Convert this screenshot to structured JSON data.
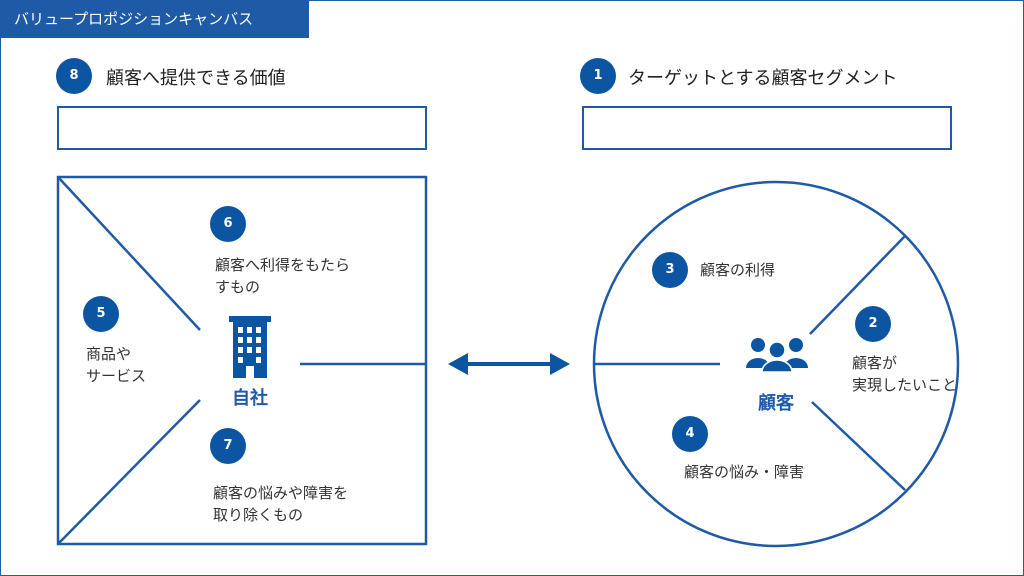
{
  "header": {
    "title": "バリュープロポジションキャンバス"
  },
  "left": {
    "badge": "8",
    "heading": "顧客へ提供できる価値",
    "center_label": "自社",
    "sections": [
      {
        "badge": "6",
        "line1": "顧客へ利得をもたら",
        "line2": "すもの"
      },
      {
        "badge": "5",
        "line1": "商品や",
        "line2": "サービス"
      },
      {
        "badge": "7",
        "line1": "顧客の悩みや障害を",
        "line2": "取り除くもの"
      }
    ]
  },
  "right": {
    "badge": "1",
    "heading": "ターゲットとする顧客セグメント",
    "center_label": "顧客",
    "sections": [
      {
        "badge": "3",
        "line1": "顧客の利得"
      },
      {
        "badge": "2",
        "line1": "顧客が",
        "line2": "実現したいこと"
      },
      {
        "badge": "4",
        "line1": "顧客の悩み・障害"
      }
    ]
  },
  "colors": {
    "accent": "#1f5aa6",
    "badge": "#0b55a3"
  },
  "icons": {
    "company": "building-icon",
    "customer": "people-group-icon",
    "relation": "double-arrow-icon"
  }
}
